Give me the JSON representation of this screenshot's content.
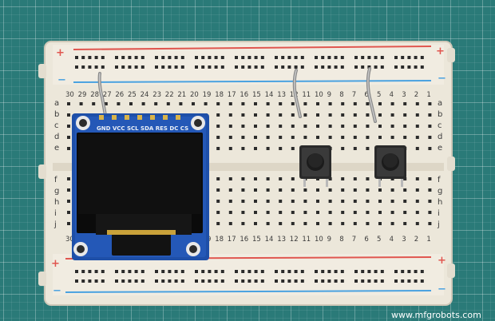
{
  "breadboard": {
    "numbers_left": [
      "30",
      "29",
      "28",
      "27",
      "26",
      "25",
      "24",
      "23",
      "22",
      "21",
      "20",
      "19",
      "18",
      "17",
      "16",
      "15",
      "14",
      "13",
      "12",
      "11",
      "10",
      "9",
      "8",
      "7",
      "6",
      "5",
      "4",
      "3",
      "2",
      "1"
    ],
    "row_letters_top": [
      "a",
      "b",
      "c",
      "d",
      "e"
    ],
    "row_letters_bottom": [
      "f",
      "g",
      "h",
      "i",
      "j"
    ],
    "plus_label": "+",
    "minus_label": "−"
  },
  "display_module": {
    "header_label": "GND VCC SCL SDA RES DC CS"
  },
  "watermark": "www.mfgrobots.com",
  "colors": {
    "board": "#ece7da",
    "red_rail": "#e0564f",
    "blue_rail": "#4aa2e0",
    "pcb": "#1e4fa8",
    "screen": "#0b0b0b"
  }
}
